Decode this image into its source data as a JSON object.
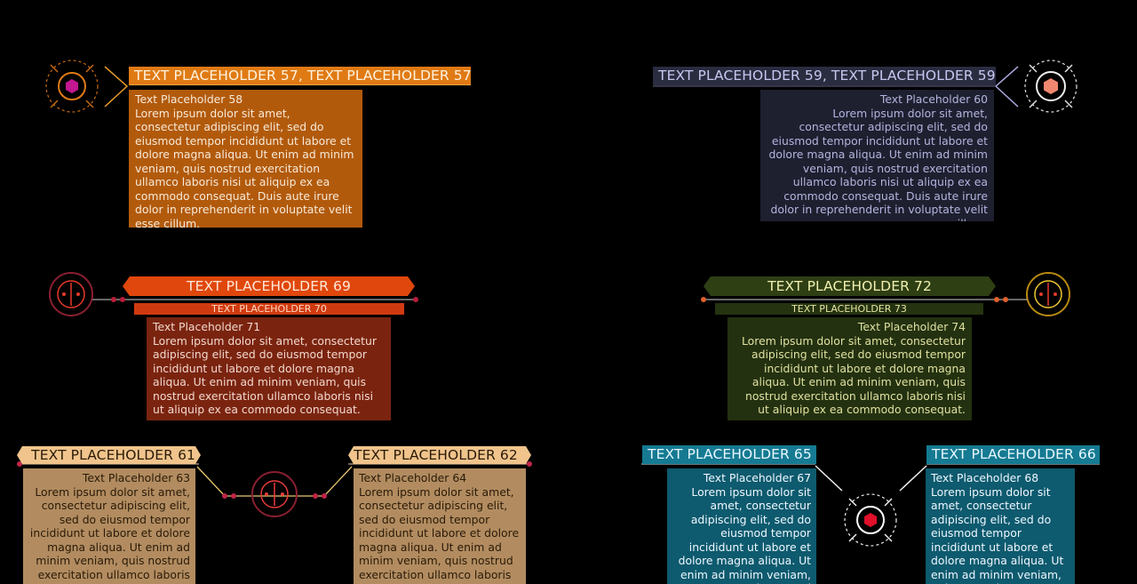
{
  "colors": {
    "background": "#000000",
    "orange": "#d96f10",
    "slate": "#262838",
    "red_orange": "#e0470c",
    "olive": "#2f3f14",
    "tan": "#f0c48c",
    "teal": "#157a92"
  },
  "panels": {
    "p1": {
      "title": "TEXT PLACEHOLDER 57, TEXT PLACEHOLDER 57",
      "heading": "Text Placeholder 58",
      "body": "Lorem ipsum dolor sit amet, consectetur adipiscing elit, sed do eiusmod tempor incididunt ut labore et dolore magna aliqua. Ut enim ad minim veniam, quis nostrud exercitation ullamco laboris nisi ut aliquip ex ea commodo consequat. Duis aute irure dolor in reprehenderit in voluptate velit esse cillum."
    },
    "p2": {
      "title": "TEXT PLACEHOLDER 59, TEXT PLACEHOLDER 59",
      "heading": "Text Placeholder 60",
      "body": "Lorem ipsum dolor sit amet, consectetur adipiscing elit, sed do eiusmod tempor incididunt ut labore et dolore magna aliqua. Ut enim ad minim veniam, quis nostrud exercitation ullamco laboris nisi ut aliquip ex ea commodo consequat. Duis aute irure dolor in reprehenderit in voluptate velit esse cillum."
    },
    "p3": {
      "title": "TEXT PLACEHOLDER 69",
      "subtitle": "TEXT PLACEHOLDER 70",
      "heading": "Text Placeholder 71",
      "body": "Lorem ipsum dolor sit amet, consectetur adipiscing elit, sed do eiusmod tempor incididunt ut labore et dolore magna aliqua. Ut enim ad minim veniam, quis nostrud exercitation ullamco laboris nisi ut aliquip ex ea commodo consequat."
    },
    "p4": {
      "title": "TEXT PLACEHOLDER 72",
      "subtitle": "TEXT PLACEHOLDER 73",
      "heading": "Text Placeholder 74",
      "body": "Lorem ipsum dolor sit amet, consectetur adipiscing elit, sed do eiusmod tempor incididunt ut labore et dolore magna aliqua. Ut enim ad minim veniam, quis nostrud exercitation ullamco laboris nisi ut aliquip ex ea commodo consequat."
    },
    "p5": {
      "title": "TEXT PLACEHOLDER 61",
      "heading": "Text Placeholder 63",
      "body": "Lorem ipsum dolor sit amet, consectetur adipiscing elit, sed do eiusmod tempor incididunt ut labore et dolore magna aliqua. Ut enim ad minim veniam, quis nostrud exercitation ullamco laboris"
    },
    "p6": {
      "title": "TEXT PLACEHOLDER 62",
      "heading": "Text Placeholder 64",
      "body": "Lorem ipsum dolor sit amet, consectetur adipiscing elit, sed do eiusmod tempor incididunt ut labore et dolore magna aliqua. Ut enim ad minim veniam, quis nostrud exercitation ullamco laboris"
    },
    "p7": {
      "title": "TEXT PLACEHOLDER 65",
      "heading": "Text Placeholder 67",
      "body": "Lorem ipsum dolor sit amet, consectetur adipiscing elit, sed do eiusmod tempor incididunt ut labore et dolore magna aliqua. Ut enim ad minim veniam, quis nostrud"
    },
    "p8": {
      "title": "TEXT PLACEHOLDER 66",
      "heading": "Text Placeholder 68",
      "body": "Lorem ipsum dolor sit amet, consectetur adipiscing elit, sed do eiusmod tempor incididunt ut labore et dolore magna aliqua. Ut enim ad minim veniam, quis nostrud"
    }
  }
}
